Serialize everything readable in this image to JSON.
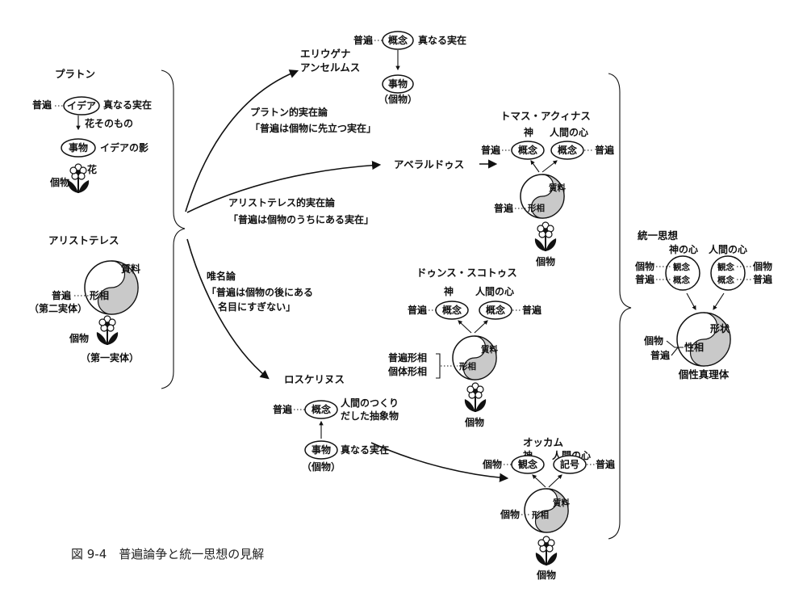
{
  "caption": "図 9-4　普遍論争と統一思想の見解",
  "plato": {
    "title": "プラトン",
    "universal": "普遍",
    "idea": "イデア",
    "true_reality": "真なる実在",
    "flower_itself": "花そのもの",
    "thing": "事物",
    "idea_shadow": "イデアの影",
    "individual": "個物",
    "flower": "花"
  },
  "aristotle": {
    "title": "アリストテレス",
    "matter": "質料",
    "universal": "普遍",
    "form": "形相",
    "second_substance": "（第二実体）",
    "individual": "個物",
    "first_substance": "（第一実体）"
  },
  "branches": {
    "platonic_title": "プラトン的実在論",
    "platonic_quote": "「普遍は個物に先立つ実在」",
    "aristotelian_title": "アリストテレス的実在論",
    "aristotelian_quote": "「普遍は個物のうちにある実在」",
    "nominalism_title": "唯名論",
    "nominalism_quote1": "「普遍は個物の後にある",
    "nominalism_quote2": "名目にすぎない」"
  },
  "eriugena": {
    "name1": "エリウゲナ",
    "name2": "アンセルムス",
    "universal": "普遍",
    "concept": "概念",
    "true_reality": "真なる実在",
    "thing": "事物",
    "individual": "（個物）"
  },
  "abelard": {
    "name": "アベラルドゥス"
  },
  "aquinas": {
    "title": "トマス・アクィナス",
    "god": "神",
    "human_mind": "人間の心",
    "universal_l": "普遍",
    "concept_l": "概念",
    "concept_r": "概念",
    "universal_r": "普遍",
    "matter": "質料",
    "universal": "普遍",
    "form": "形相",
    "individual": "個物"
  },
  "scotus": {
    "title": "ドゥンス・スコトゥス",
    "god": "神",
    "human_mind": "人間の心",
    "universal_l": "普遍",
    "concept_l": "概念",
    "concept_r": "概念",
    "universal_r": "普遍",
    "matter": "質料",
    "universal_form": "普遍形相",
    "individual_form": "個体形相",
    "form": "形相",
    "individual": "個物"
  },
  "roscelin": {
    "title": "ロスケリヌス",
    "universal": "普遍",
    "concept": "概念",
    "human_made1": "人間のつくり",
    "human_made2": "だした抽象物",
    "thing": "事物",
    "true_reality": "真なる実在",
    "individual": "（個物）"
  },
  "ockham": {
    "title": "オッカム",
    "god": "神",
    "human_mind": "人間の心",
    "individual_l": "個物",
    "idea_concept": "観念",
    "sign": "記号",
    "universal_r": "普遍",
    "matter": "質料",
    "individual": "個物",
    "form": "形相",
    "individual_bottom": "個物"
  },
  "unification": {
    "title": "統一思想",
    "god_mind": "神の心",
    "human_mind": "人間の心",
    "individual_l": "個物",
    "idea_l": "観念",
    "universal_l": "普遍",
    "concept_l": "概念",
    "idea_r": "観念",
    "individual_r": "個物",
    "concept_r": "概念",
    "universal_r": "普遍",
    "shape": "形状",
    "individual": "個物",
    "nature": "性相",
    "universal": "普遍",
    "truth_body": "個性真理体"
  }
}
